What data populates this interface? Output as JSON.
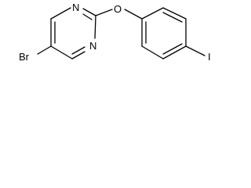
{
  "molecule": {
    "atoms": {
      "n_top": "N",
      "n_bottom": "N",
      "o": "O",
      "br": "Br",
      "i": "I"
    }
  }
}
